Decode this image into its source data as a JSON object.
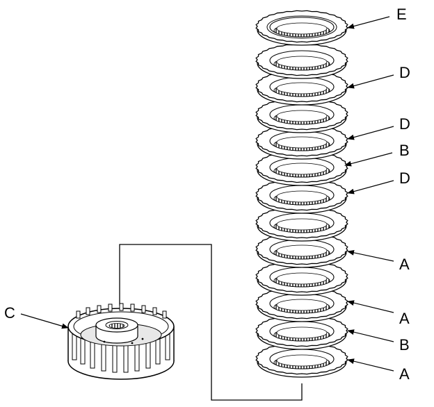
{
  "diagram": {
    "labels": {
      "e": "E",
      "d1": "D",
      "d2": "D",
      "b1": "B",
      "d3": "D",
      "a1": "A",
      "a2": "A",
      "b2": "B",
      "a3": "A",
      "c": "C"
    },
    "colors": {
      "ink": "#000000",
      "paper": "#ffffff",
      "shade": "#d8d8d8"
    }
  }
}
